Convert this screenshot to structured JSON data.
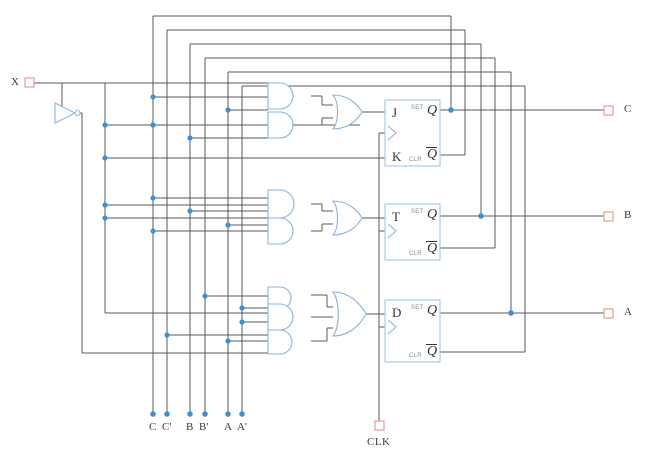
{
  "diagram": {
    "title": "sequential-logic-circuit",
    "colors": {
      "wire": "#5a5a5a",
      "gate_stroke": "#8ab4de",
      "gate_fill": "#ffffff",
      "junction": "#3f8fd2",
      "terminal_stroke": "#e8a49c",
      "terminal_fill": "#ffffff",
      "text": "#3a3a3a"
    }
  },
  "inputs": {
    "x": {
      "label": "X",
      "type": "terminal"
    },
    "clk": {
      "label": "CLK",
      "type": "terminal"
    }
  },
  "outputs": [
    {
      "label": "C",
      "type": "terminal"
    },
    {
      "label": "B",
      "type": "terminal"
    },
    {
      "label": "A",
      "type": "terminal"
    }
  ],
  "bus_labels": [
    {
      "label": "C"
    },
    {
      "label": "C'"
    },
    {
      "label": "B"
    },
    {
      "label": "B'"
    },
    {
      "label": "A"
    },
    {
      "label": "A'"
    }
  ],
  "flipflops": [
    {
      "type": "JK",
      "inputs": [
        "J",
        "K"
      ],
      "set_label": "SET",
      "clr_label": "CLR",
      "q_label": "Q",
      "qbar_label": "Q",
      "drives_output": "C"
    },
    {
      "type": "T",
      "inputs": [
        "T"
      ],
      "set_label": "SET",
      "clr_label": "CLR",
      "q_label": "Q",
      "qbar_label": "Q",
      "drives_output": "B"
    },
    {
      "type": "D",
      "inputs": [
        "D"
      ],
      "set_label": "SET",
      "clr_label": "CLR",
      "q_label": "Q",
      "qbar_label": "Q",
      "drives_output": "A"
    }
  ],
  "gates": {
    "inverter_count": 1,
    "clusters": [
      {
        "name": "jk-input-logic",
        "and_gates": 2,
        "or_gates": 1,
        "and_input_counts": [
          2,
          2
        ]
      },
      {
        "name": "t-input-logic",
        "and_gates": 2,
        "or_gates": 1,
        "and_input_counts": [
          3,
          2
        ]
      },
      {
        "name": "d-input-logic",
        "and_gates": 3,
        "or_gates": 1,
        "and_input_counts": [
          2,
          2,
          2
        ]
      }
    ]
  }
}
